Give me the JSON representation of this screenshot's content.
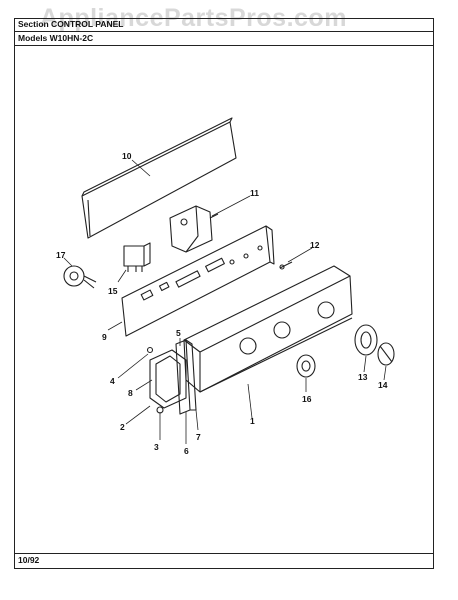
{
  "watermark": "AppliancePartsPros.com",
  "header": {
    "section_line": "Section CONTROL PANEL",
    "models_line": "Models W10HN-2C"
  },
  "footer": {
    "date_code": "10/92"
  },
  "callouts": [
    "1",
    "2",
    "3",
    "4",
    "5",
    "6",
    "7",
    "8",
    "9",
    "10",
    "11",
    "12",
    "13",
    "14",
    "15",
    "16",
    "17"
  ]
}
